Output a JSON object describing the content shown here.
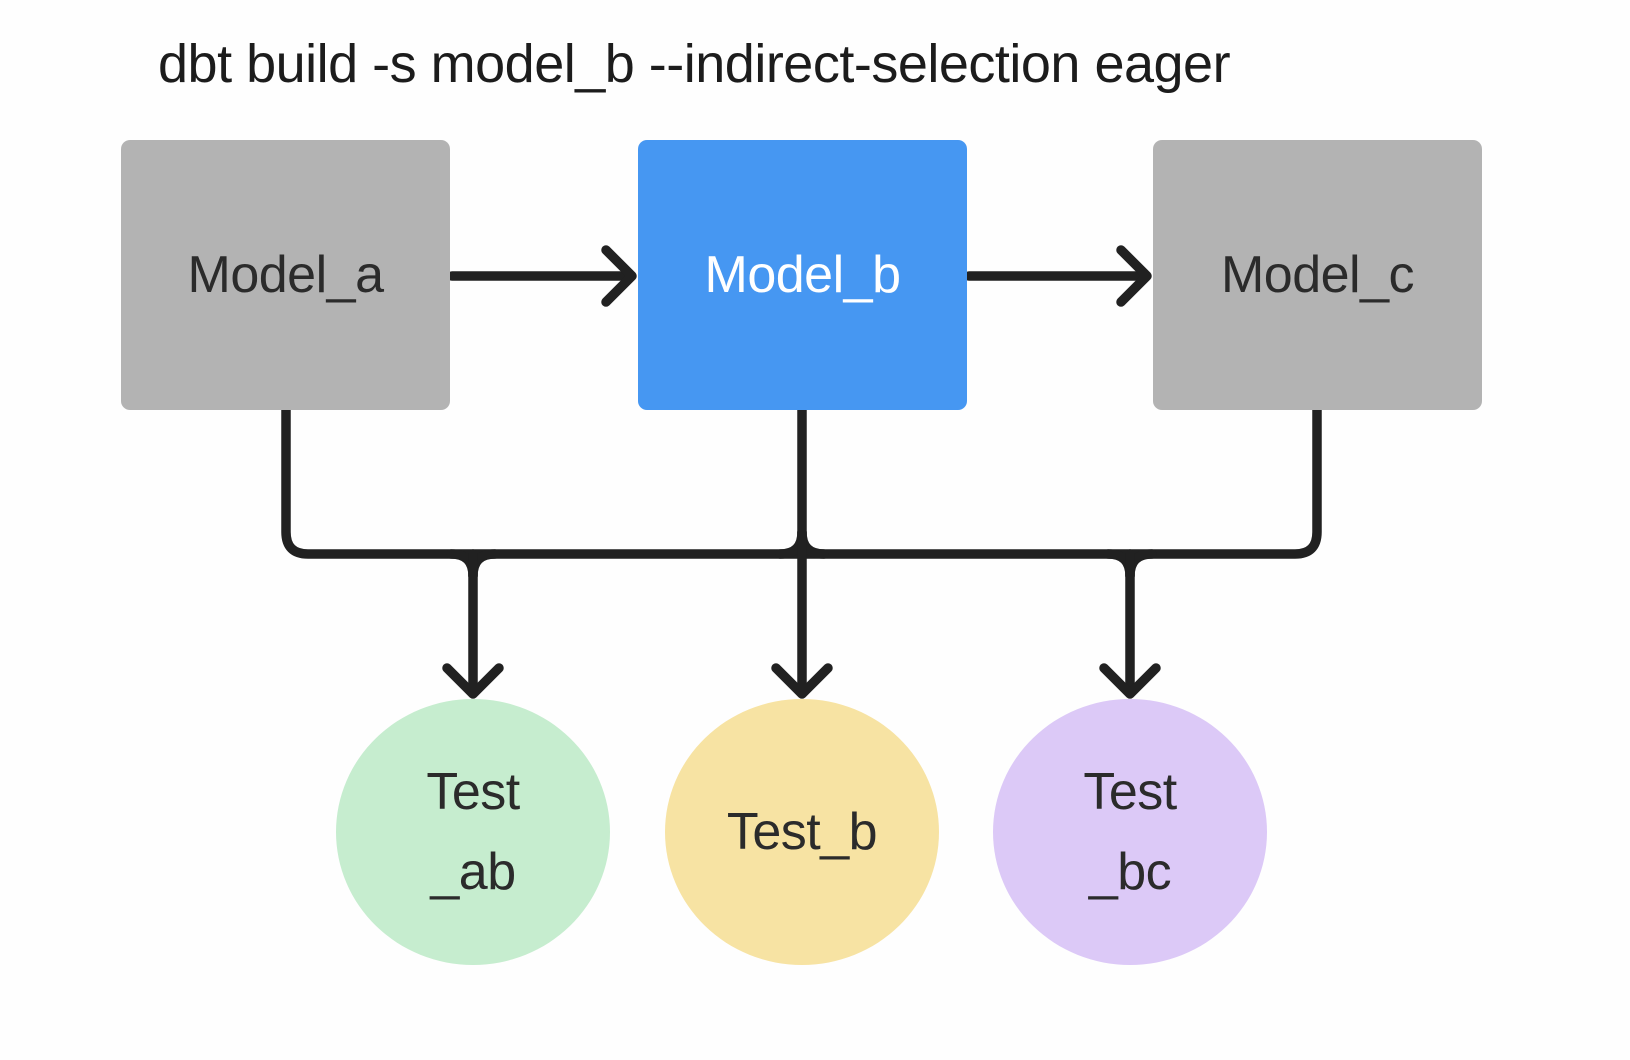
{
  "title": "dbt build -s model_b --indirect-selection eager",
  "colors": {
    "background": "#fefefe",
    "edge": "#212121",
    "title_text": "#1c1c1c",
    "node_text_dark": "#2b2b2b",
    "model_default_bg": "#b3b3b3",
    "model_selected_bg": "#4697f2",
    "model_selected_text": "#ffffff",
    "test_ab_bg": "#c6edcf",
    "test_b_bg": "#f7e3a3",
    "test_bc_bg": "#dcc9f7"
  },
  "nodes": {
    "models": [
      {
        "id": "model_a",
        "label": "Model_a",
        "selected": false
      },
      {
        "id": "model_b",
        "label": "Model_b",
        "selected": true
      },
      {
        "id": "model_c",
        "label": "Model_c",
        "selected": false
      }
    ],
    "tests": [
      {
        "id": "test_ab",
        "lines": [
          "Test",
          "_ab"
        ]
      },
      {
        "id": "test_b",
        "lines": [
          "Test_b"
        ]
      },
      {
        "id": "test_bc",
        "lines": [
          "Test",
          "_bc"
        ]
      }
    ]
  },
  "edges": {
    "model_chain": [
      {
        "from": "model_a",
        "to": "model_b"
      },
      {
        "from": "model_b",
        "to": "model_c"
      }
    ],
    "bus_sources": [
      "model_a",
      "model_b",
      "model_c"
    ],
    "bus_targets": [
      "test_ab",
      "test_b",
      "test_bc"
    ]
  }
}
